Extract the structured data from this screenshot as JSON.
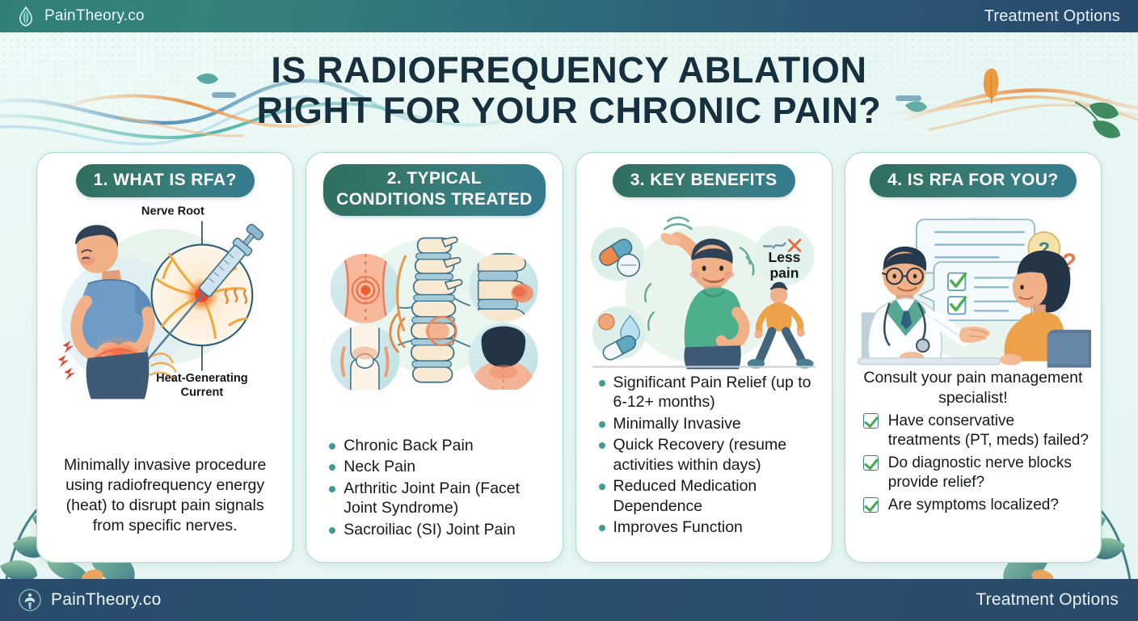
{
  "header": {
    "brand": "PainTheory.co",
    "brand_icon": "leaf-logo-icon",
    "right_label": "Treatment Options"
  },
  "footer": {
    "brand": "PainTheory.co",
    "brand_icon": "circle-person-logo-icon",
    "right_label": "Treatment Options"
  },
  "title": {
    "line1": "IS RADIOFREQUENCY ABLATION",
    "line2": "RIGHT FOR YOUR CHRONIC PAIN?"
  },
  "colors": {
    "page_bg": "#e9f7f4",
    "bar_teal": "#2f7f77",
    "bar_navy": "#27496b",
    "footer_navy": "#2a4b6b",
    "pill_gradient_start": "#2e6f5f",
    "pill_gradient_end": "#35798f",
    "card_border": "#a9d9d3",
    "title_text": "#17303f",
    "bullet": "#3f9b97",
    "check_green": "#49a84f",
    "check_box_border": "#3d7f86",
    "pain_red": "#e8553a",
    "accent_orange": "#e8983f"
  },
  "cards": [
    {
      "id": "what-is-rfa",
      "heading": "1. WHAT IS RFA?",
      "illustration": {
        "name": "man-with-lower-back-pain-and-syringe-nerve-closeup",
        "labels": [
          "Nerve Root",
          "Heat-Generating Current"
        ]
      },
      "body": "Minimally invasive procedure using radiofrequency energy (heat) to disrupt pain signals from specific nerves."
    },
    {
      "id": "typical-conditions-treated",
      "heading_line1": "2. TYPICAL",
      "heading_line2": "CONDITIONS TREATED",
      "illustration": {
        "name": "spine-and-joint-condition-circles",
        "parts": [
          "lower-back-circle",
          "vertebrae-circle",
          "knee-joint-circle",
          "neck-circle",
          "spine-column"
        ]
      },
      "bullets": [
        "Chronic Back Pain",
        "Neck Pain",
        "Arthritic Joint Pain (Facet Joint Syndrome)",
        "Sacroiliac (SI) Joint Pain"
      ]
    },
    {
      "id": "key-benefits",
      "heading": "3. KEY BENEFITS",
      "illustration": {
        "name": "active-man-stretching-with-pills-and-less-pain-badge",
        "badge_line1": "Less",
        "badge_line2": "pain",
        "badge_icon": "pain-scale-down-arrow-icon"
      },
      "bullets": [
        "Significant Pain Relief (up to 6-12+ months)",
        "Minimally Invasive",
        "Quick Recovery (resume activities within days)",
        "Reduced Medication Dependence",
        "Improves Function"
      ]
    },
    {
      "id": "is-rfa-for-you",
      "heading": "4. IS RFA FOR YOU?",
      "illustration": {
        "name": "doctor-consulting-patient-with-checklist-speech-bubbles"
      },
      "lead": "Consult your pain management specialist!",
      "checklist": [
        "Have conservative treatments (PT, meds) failed?",
        "Do diagnostic nerve blocks provide relief?",
        "Are symptoms localized?"
      ]
    }
  ]
}
